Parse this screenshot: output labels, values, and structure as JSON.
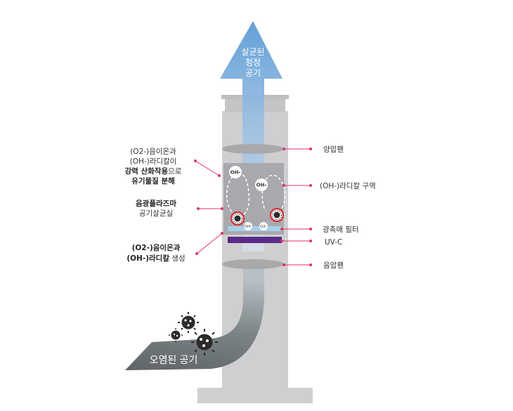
{
  "top_arrow": {
    "lines": [
      "살균된",
      "청정",
      "공기"
    ]
  },
  "dirty_air": {
    "label": "오염된 공기"
  },
  "left_labels": {
    "reaction": {
      "lines": [
        "(O2-)음이온과",
        "(OH-)라디칼이"
      ],
      "bold_part": "강력 산화작용",
      "bold_suffix": "으로",
      "last_line": "유기물질 분해"
    },
    "chamber": {
      "title": "음광플라즈마",
      "subtitle": "공기살균실"
    },
    "generation": {
      "line1": "(O2-)음이온과",
      "line2_bold": "(OH-)라디칼",
      "line2_suffix": " 생성"
    }
  },
  "right_labels": {
    "positive_fan": "양압팬",
    "radical_zone": "(OH-)라디칼 구역",
    "photocatalyst_filter": "광촉매 필터",
    "uvc": "UV-C",
    "negative_fan": "음압팬"
  },
  "ions": {
    "oh": "OH-",
    "o2": "O2-"
  },
  "colors": {
    "tower": "#cfcfd1",
    "tower_dark": "#b9b9bc",
    "arrow_top": "#5b9bd5",
    "arrow_bottom": "#c9d9ea",
    "dirty_air": "#6e7476",
    "chamber": "#a9a9ad",
    "filter": "#a7cfe8",
    "uvc": "#5b2a86",
    "pointer": "#e0306e",
    "virus_red": "#d6242a"
  }
}
